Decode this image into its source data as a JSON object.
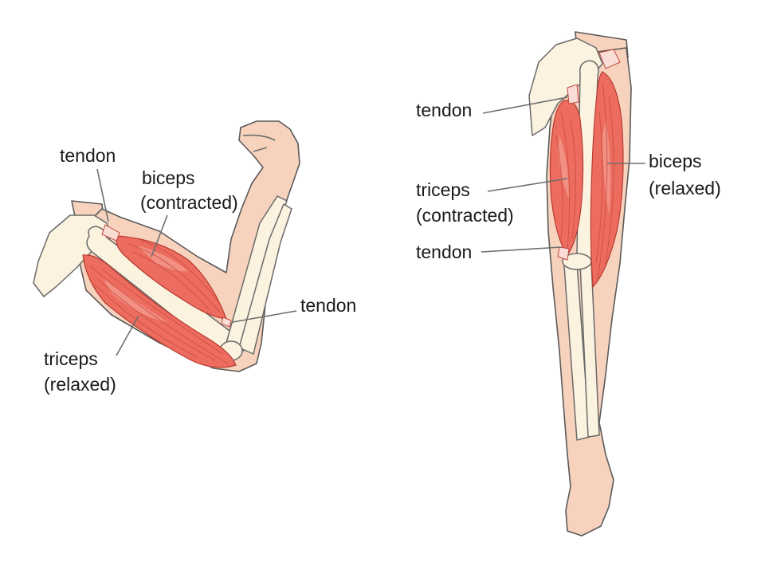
{
  "arm_bent": {
    "tendon_top": "tendon",
    "biceps_line1": "biceps",
    "biceps_line2": "(contracted)",
    "tendon_elbow": "tendon",
    "triceps_line1": "triceps",
    "triceps_line2": "(relaxed)"
  },
  "arm_straight": {
    "tendon_top": "tendon",
    "triceps_line1": "triceps",
    "triceps_line2": "(contracted)",
    "tendon_bottom": "tendon",
    "biceps_line1": "biceps",
    "biceps_line2": "(relaxed)"
  },
  "colors": {
    "skin": "#f7d3bd",
    "bone": "#fbf3df",
    "muscle": "#ec6d5f",
    "outline": "#5a5a5a"
  }
}
